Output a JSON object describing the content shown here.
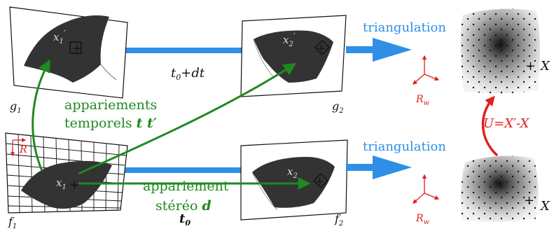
{
  "colors": {
    "blue": "#2f8fe6",
    "green": "#1f8a1f",
    "red": "#e21d1d",
    "surface": "#333333"
  },
  "views": {
    "g1": {
      "label": "g",
      "sub": "1",
      "point": "x",
      "point_sub": "1",
      "prime": "′"
    },
    "g2": {
      "label": "g",
      "sub": "2",
      "point": "x",
      "point_sub": "2",
      "prime": "′"
    },
    "f1": {
      "label": "f",
      "sub": "1",
      "point": "x",
      "point_sub": "1",
      "frame": "R"
    },
    "f2": {
      "label": "f",
      "sub": "2",
      "point": "x",
      "point_sub": "2"
    }
  },
  "time_top": {
    "t": "t",
    "sub": "0",
    "rest": "+dt"
  },
  "time_bottom": {
    "t": "t",
    "sub": "0"
  },
  "temporal_match": {
    "line1": "appariements",
    "line2": "temporels",
    "var": "t t′"
  },
  "stereo_match": {
    "line1": "appariement",
    "line2": "stéréo",
    "var": "d"
  },
  "triangulation_top": "triangulation",
  "triangulation_bottom": "triangulation",
  "world_frame": {
    "R": "R",
    "sub": "w"
  },
  "point_cloud": {
    "label": "X",
    "prime": "′",
    "plus": "+"
  },
  "displacement": "U=X′-X"
}
